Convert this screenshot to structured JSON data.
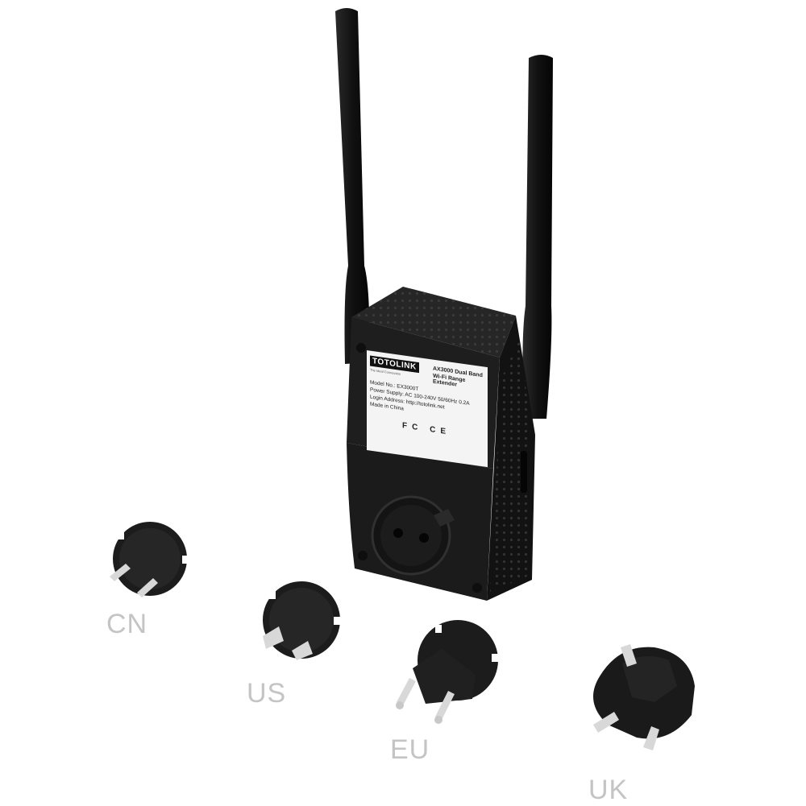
{
  "labels": {
    "cn": "CN",
    "us": "US",
    "eu": "EU",
    "uk": "UK"
  },
  "sticker": {
    "brand": "TOTOLINK",
    "tagline": "The Ideal Connection",
    "title_line1": "AX3000 Dual Band",
    "title_line2": "Wi-Fi Range Extender",
    "model": "Model No.: EX3000T",
    "power": "Power Supply: AC 100-240V 50/60Hz 0.2A",
    "login": "Login Address: http://totolink.net",
    "origin": "Made in China",
    "marks": "FC CE"
  },
  "colors": {
    "device_body": "#1e1e1e",
    "device_side": "#121212",
    "label_text": "#c4c4c4",
    "plug_pin": "#d8d8d8"
  }
}
